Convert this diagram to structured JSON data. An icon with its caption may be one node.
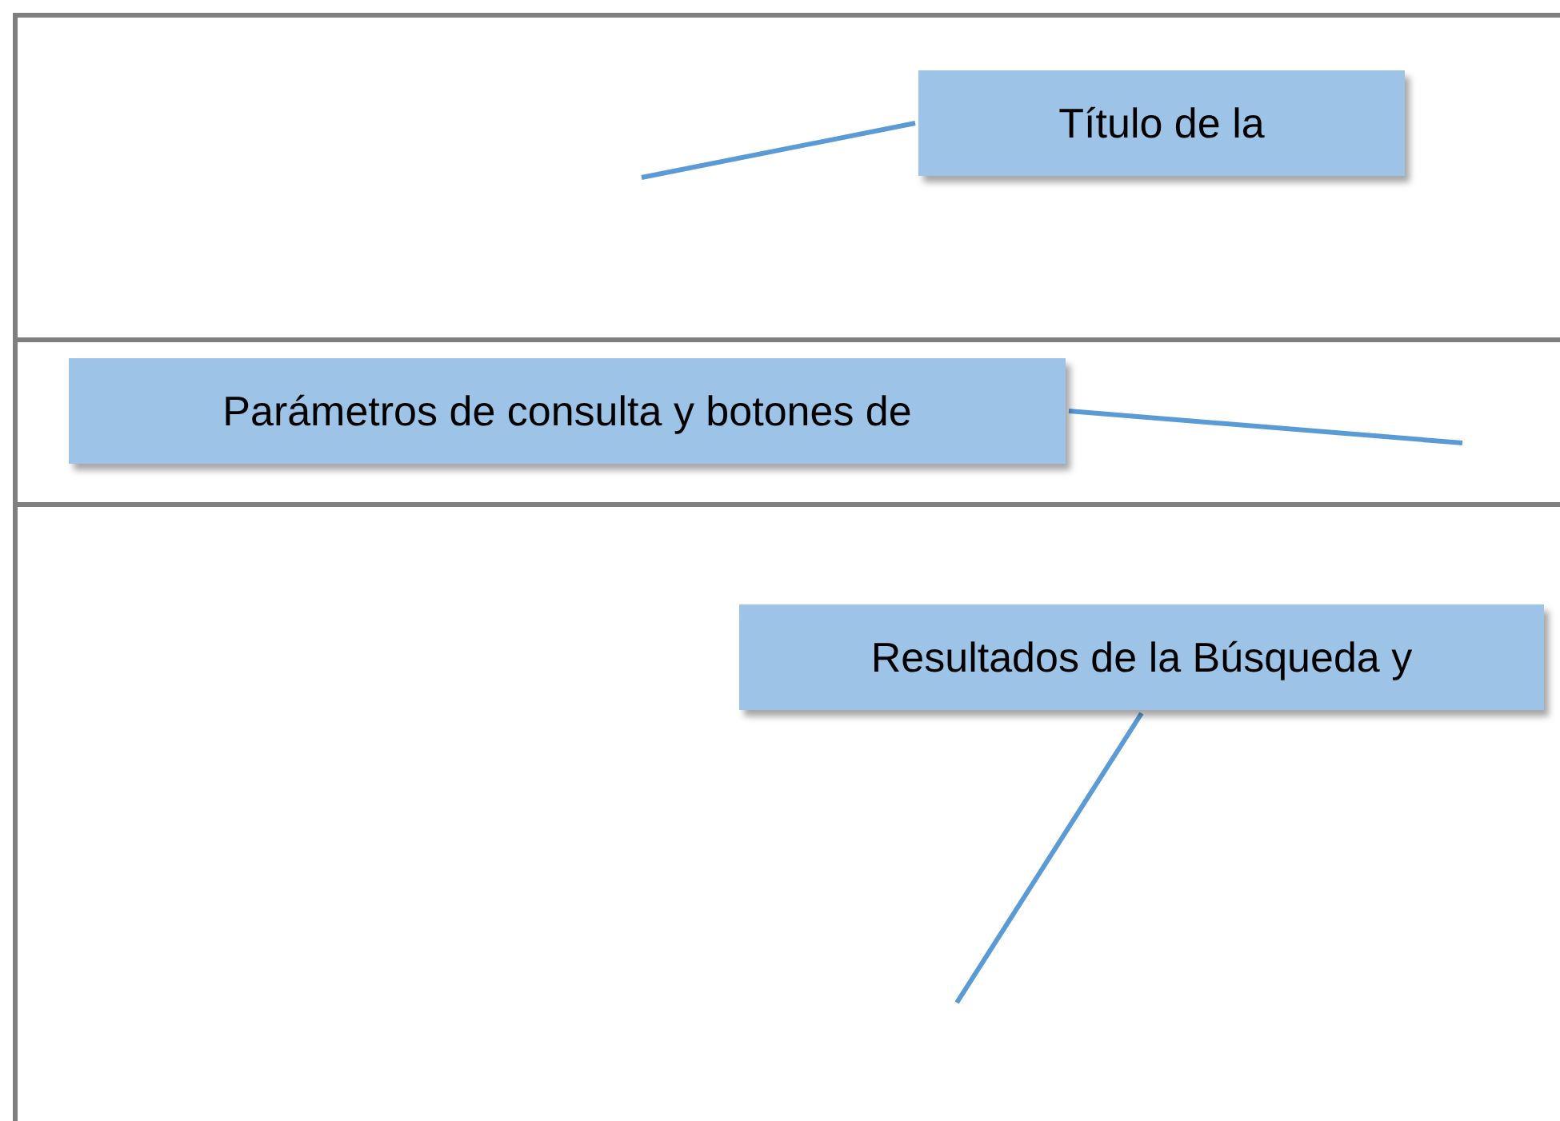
{
  "diagram": {
    "nodes": [
      {
        "text": [],
        "shape": "box"
      },
      {
        "text": [
          "Título de la"
        ],
        "in": 0
      },
      {
        "text": [],
        "shape": "box"
      },
      {
        "text": [
          "Parámetros de consulta y botones de"
        ],
        "in": 2
      },
      {
        "text": [],
        "shape": "box"
      },
      {
        "text": [
          "Resultados de la Búsqueda y"
        ],
        "in": 4
      }
    ],
    "edges": [
      {
        "from": 1,
        "to": null,
        "arrow": "none"
      },
      {
        "from": 3,
        "to": null,
        "arrow": "none"
      },
      {
        "from": 5,
        "to": null,
        "arrow": "none"
      }
    ]
  }
}
